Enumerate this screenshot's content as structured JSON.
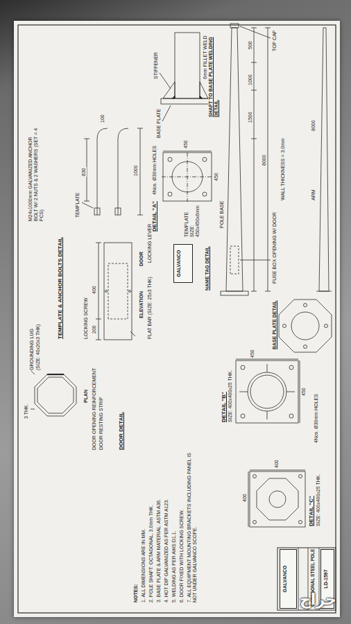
{
  "diagram": {
    "nodes": [
      {
        "text": [
          "GALVANCO"
        ]
      },
      {
        "text": [
          "GALVANCO"
        ]
      },
      {
        "text": [
          "LD-1597"
        ]
      }
    ],
    "labels": [
      "TEMPLATE & ANCHOR BOLTS DETAIL",
      "M24x1000mm GALVANIZED ANCHOR BOLT W/ 2 NUTS & 2 WASHERS (SET = 4 PCS)",
      "TEMPLATE",
      "830",
      "100",
      "1000",
      "DETAIL \"A\"",
      "4Nos. Ø30mm HOLES",
      "TEMPLATE SIZE: 450x450x6mm",
      "450",
      "450",
      "SHAFT TO BASE PLATE WELDING DETAIL",
      "STIFFENER",
      "BASE PLATE",
      "6mm FILLET WELD",
      "NAME TAG DETAIL",
      "DOOR DETAIL",
      "3 THK.",
      "GROUNDING LUG",
      "(SIZE: 40x20x3 THK)",
      "PLAN",
      "DOOR OPENING REINFORCEMENT",
      "DOOR RESTING STRIP",
      "LOCKING SCREW",
      "200",
      "400",
      "ELEVATION",
      "DOOR",
      "FLAT BAR (SIZE: 25x3 THK)",
      "LOCKING LEVER",
      "POLE BASE",
      "500",
      "1000",
      "1500",
      "8000",
      "TOP CAP",
      "FUSE BOX OPENING W/ DOOR",
      "WALL THICKNESS = 3.0mm",
      "ARM",
      "8000",
      "DETAIL \"B\"",
      "SIZE: 400x400x25 THK.",
      "450",
      "450",
      "4Nos. Ø30mm HOLES",
      "BASE PLATE DETAIL",
      "DETAIL \"C\"",
      "SIZE: 400x400x25 THK.",
      "400",
      "400",
      "NOTES:",
      "1. ALL DIMENSIONS ARE IN MM.",
      "2. POLE SHAFT: OCTAGONAL, 3.0mm THK.",
      "3. BASE PLATE & ARM MATERIAL: ASTM A36.",
      "4. HOT DIP GALVANIZED AS PER ASTM A123.",
      "5. WELDING AS PER AWS D1.1.",
      "6. DOOR FIXED WITH LOCKING SCREW.",
      "7. ALL EQUIPMENT MOUNTING BRACKETS INCLUDING PANEL IS NOT UNDER GALVANCO SCOPE.",
      "OCTAGONAL STEEL POLE",
      "حراج"
    ]
  }
}
